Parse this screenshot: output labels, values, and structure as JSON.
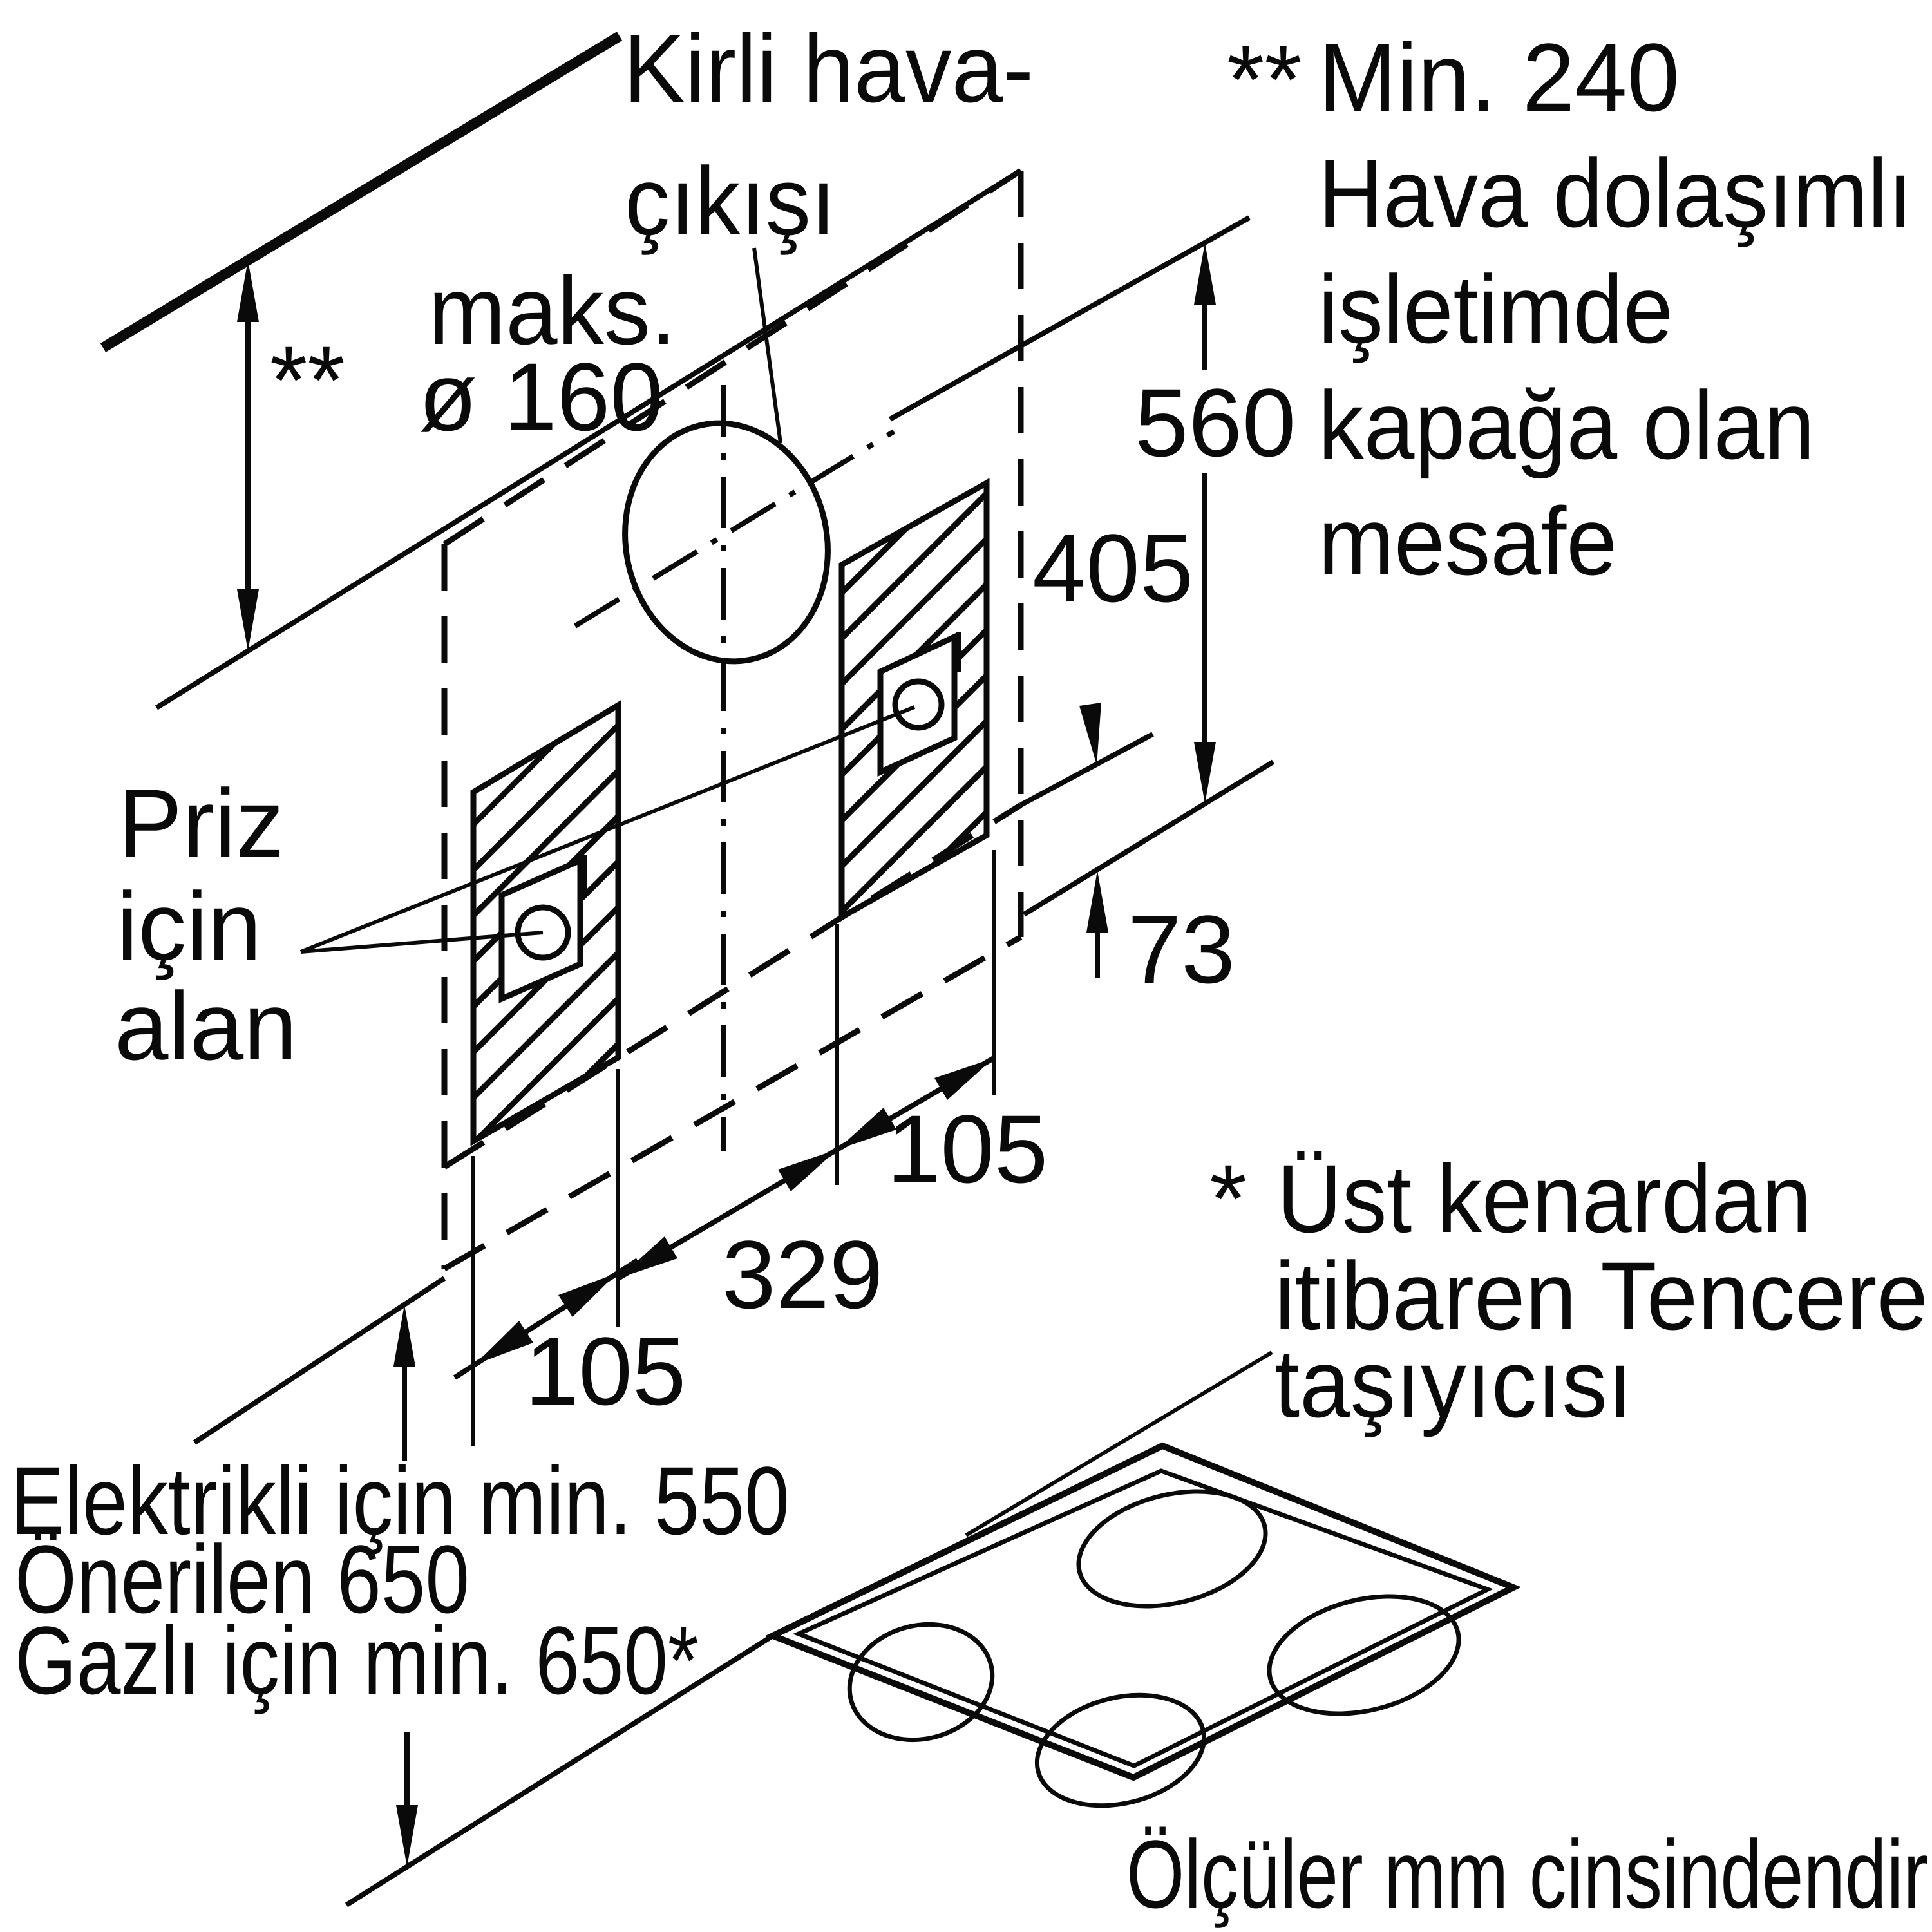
{
  "page": {
    "background": "#ffffff",
    "ink": "#0a0a0a"
  },
  "diagram": {
    "duct_label": {
      "line1": "Kirli hava-",
      "line2": "çıkışı"
    },
    "duct_max": {
      "line1": "maks.",
      "line2": "ø 160"
    },
    "ceiling_gap_marker": "**",
    "recirc_note": {
      "marker": "**",
      "line1": "Min. 240",
      "line2": "Hava dolaşımlı",
      "line3": "işletimde",
      "line4": "kapağa olan",
      "line5": "mesafe"
    },
    "socket_label": {
      "line1": "Priz",
      "line2": "için",
      "line3": "alan"
    },
    "dimensions": {
      "height_total": "560",
      "height_lower": "405",
      "bottom_offset": "73",
      "hole_left": "105",
      "hole_span": "329",
      "hole_right": "105"
    },
    "clearance_note": {
      "line1": "Elektrikli için min. 550",
      "line2": "Önerilen 650",
      "line3": "Gazlı için min. 650*"
    },
    "potrest_note": {
      "marker": "*",
      "line1": "Üst kenardan",
      "line2": "itibaren Tencere",
      "line3": "taşıyıcısı"
    },
    "units_note": "Ölçüler mm cinsindendir"
  }
}
